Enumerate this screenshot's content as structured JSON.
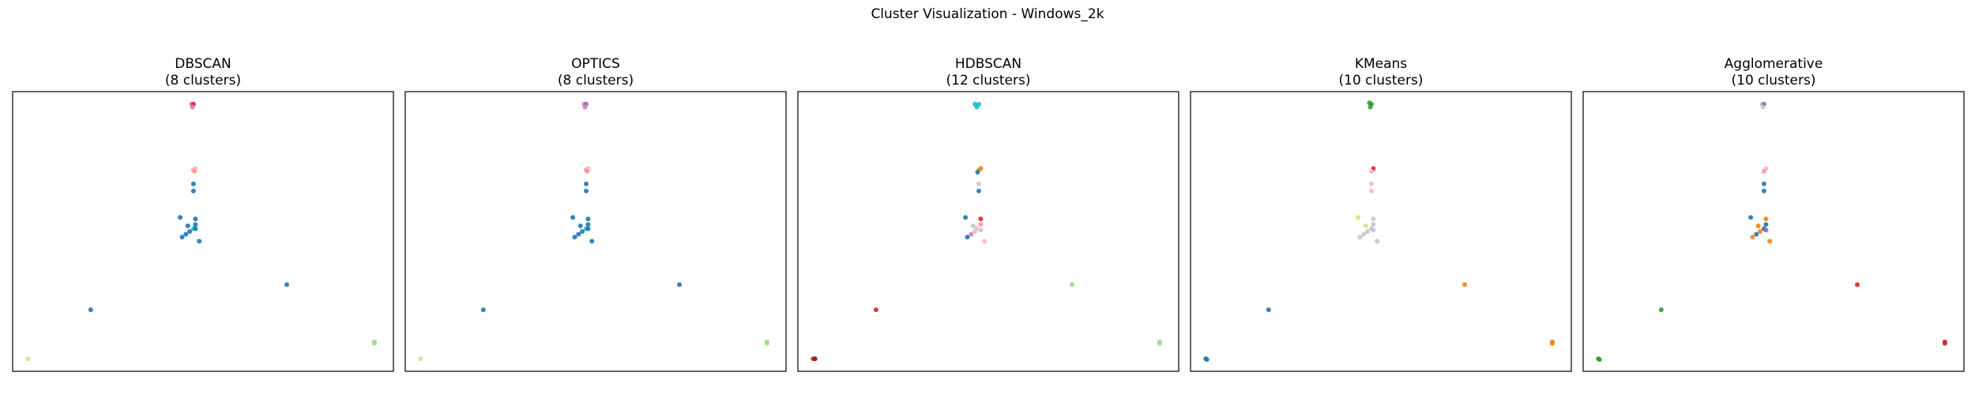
{
  "figure": {
    "suptitle": "Cluster Visualization - Windows_2k"
  },
  "colors": {
    "blue": "#1f77b4",
    "orange": "#ff7f0e",
    "green": "#2ca02c",
    "red": "#d62728",
    "pink": "#f7b6d2",
    "salmon": "#ff9896",
    "magenta": "#e377c2",
    "lightgreen": "#98df8a",
    "olive": "#dbdb8d",
    "cyan": "#17becf",
    "gray": "#c7c7c7",
    "gold": "#bcbd22",
    "yellow": "#e5e16b",
    "darkred": "#8c1a1a",
    "purple": "#9467bd"
  },
  "chart_data": [
    {
      "type": "scatter",
      "title": "DBSCAN",
      "subtitle": "(8 clusters)",
      "xlim": [
        0,
        1
      ],
      "ylim": [
        0,
        1
      ],
      "grid": false,
      "points": [
        {
          "x": 0.47,
          "y": 0.955,
          "c": "magenta"
        },
        {
          "x": 0.475,
          "y": 0.955,
          "c": "red"
        },
        {
          "x": 0.472,
          "y": 0.945,
          "c": "magenta"
        },
        {
          "x": 0.475,
          "y": 0.72,
          "c": "salmon"
        },
        {
          "x": 0.48,
          "y": 0.725,
          "c": "pink"
        },
        {
          "x": 0.478,
          "y": 0.715,
          "c": "salmon"
        },
        {
          "x": 0.475,
          "y": 0.67,
          "c": "blue"
        },
        {
          "x": 0.475,
          "y": 0.645,
          "c": "blue"
        },
        {
          "x": 0.44,
          "y": 0.55,
          "c": "blue"
        },
        {
          "x": 0.48,
          "y": 0.545,
          "c": "blue"
        },
        {
          "x": 0.48,
          "y": 0.525,
          "c": "blue"
        },
        {
          "x": 0.46,
          "y": 0.52,
          "c": "blue"
        },
        {
          "x": 0.475,
          "y": 0.51,
          "c": "cyan"
        },
        {
          "x": 0.48,
          "y": 0.51,
          "c": "blue"
        },
        {
          "x": 0.465,
          "y": 0.5,
          "c": "blue"
        },
        {
          "x": 0.455,
          "y": 0.49,
          "c": "blue"
        },
        {
          "x": 0.445,
          "y": 0.48,
          "c": "blue"
        },
        {
          "x": 0.49,
          "y": 0.465,
          "c": "blue"
        },
        {
          "x": 0.72,
          "y": 0.31,
          "c": "blue"
        },
        {
          "x": 0.205,
          "y": 0.22,
          "c": "blue"
        },
        {
          "x": 0.95,
          "y": 0.105,
          "c": "lightgreen"
        },
        {
          "x": 0.95,
          "y": 0.1,
          "c": "lightgreen"
        },
        {
          "x": 0.04,
          "y": 0.045,
          "c": "olive"
        }
      ]
    },
    {
      "type": "scatter",
      "title": "OPTICS",
      "subtitle": "(8 clusters)",
      "xlim": [
        0,
        1
      ],
      "ylim": [
        0,
        1
      ],
      "grid": false,
      "points": [
        {
          "x": 0.47,
          "y": 0.955,
          "c": "magenta"
        },
        {
          "x": 0.475,
          "y": 0.955,
          "c": "purple"
        },
        {
          "x": 0.472,
          "y": 0.945,
          "c": "magenta"
        },
        {
          "x": 0.475,
          "y": 0.72,
          "c": "salmon"
        },
        {
          "x": 0.48,
          "y": 0.725,
          "c": "pink"
        },
        {
          "x": 0.478,
          "y": 0.715,
          "c": "salmon"
        },
        {
          "x": 0.475,
          "y": 0.67,
          "c": "blue"
        },
        {
          "x": 0.475,
          "y": 0.645,
          "c": "blue"
        },
        {
          "x": 0.44,
          "y": 0.55,
          "c": "blue"
        },
        {
          "x": 0.48,
          "y": 0.545,
          "c": "blue"
        },
        {
          "x": 0.48,
          "y": 0.525,
          "c": "blue"
        },
        {
          "x": 0.46,
          "y": 0.52,
          "c": "blue"
        },
        {
          "x": 0.475,
          "y": 0.51,
          "c": "cyan"
        },
        {
          "x": 0.48,
          "y": 0.51,
          "c": "blue"
        },
        {
          "x": 0.465,
          "y": 0.5,
          "c": "blue"
        },
        {
          "x": 0.455,
          "y": 0.49,
          "c": "blue"
        },
        {
          "x": 0.445,
          "y": 0.48,
          "c": "blue"
        },
        {
          "x": 0.49,
          "y": 0.465,
          "c": "blue"
        },
        {
          "x": 0.72,
          "y": 0.31,
          "c": "blue"
        },
        {
          "x": 0.205,
          "y": 0.22,
          "c": "blue"
        },
        {
          "x": 0.95,
          "y": 0.105,
          "c": "lightgreen"
        },
        {
          "x": 0.95,
          "y": 0.1,
          "c": "lightgreen"
        },
        {
          "x": 0.04,
          "y": 0.045,
          "c": "olive"
        }
      ]
    },
    {
      "type": "scatter",
      "title": "HDBSCAN",
      "subtitle": "(12 clusters)",
      "xlim": [
        0,
        1
      ],
      "ylim": [
        0,
        1
      ],
      "grid": false,
      "points": [
        {
          "x": 0.465,
          "y": 0.955,
          "c": "cyan"
        },
        {
          "x": 0.475,
          "y": 0.955,
          "c": "cyan"
        },
        {
          "x": 0.47,
          "y": 0.945,
          "c": "cyan"
        },
        {
          "x": 0.475,
          "y": 0.72,
          "c": "gold"
        },
        {
          "x": 0.48,
          "y": 0.725,
          "c": "orange"
        },
        {
          "x": 0.472,
          "y": 0.712,
          "c": "blue"
        },
        {
          "x": 0.475,
          "y": 0.67,
          "c": "gray"
        },
        {
          "x": 0.475,
          "y": 0.645,
          "c": "blue"
        },
        {
          "x": 0.44,
          "y": 0.55,
          "c": "blue"
        },
        {
          "x": 0.48,
          "y": 0.545,
          "c": "red"
        },
        {
          "x": 0.48,
          "y": 0.525,
          "c": "salmon"
        },
        {
          "x": 0.46,
          "y": 0.52,
          "c": "gray"
        },
        {
          "x": 0.47,
          "y": 0.512,
          "c": "pink"
        },
        {
          "x": 0.48,
          "y": 0.505,
          "c": "gray"
        },
        {
          "x": 0.465,
          "y": 0.5,
          "c": "gray"
        },
        {
          "x": 0.455,
          "y": 0.49,
          "c": "magenta"
        },
        {
          "x": 0.445,
          "y": 0.48,
          "c": "blue"
        },
        {
          "x": 0.49,
          "y": 0.465,
          "c": "pink"
        },
        {
          "x": 0.72,
          "y": 0.31,
          "c": "lightgreen"
        },
        {
          "x": 0.205,
          "y": 0.22,
          "c": "red"
        },
        {
          "x": 0.95,
          "y": 0.105,
          "c": "lightgreen"
        },
        {
          "x": 0.95,
          "y": 0.1,
          "c": "lightgreen"
        },
        {
          "x": 0.04,
          "y": 0.045,
          "c": "red"
        },
        {
          "x": 0.045,
          "y": 0.045,
          "c": "darkred"
        }
      ]
    },
    {
      "type": "scatter",
      "title": "KMeans",
      "subtitle": "(10 clusters)",
      "xlim": [
        0,
        1
      ],
      "ylim": [
        0,
        1
      ],
      "grid": false,
      "points": [
        {
          "x": 0.47,
          "y": 0.96,
          "c": "green"
        },
        {
          "x": 0.475,
          "y": 0.955,
          "c": "green"
        },
        {
          "x": 0.472,
          "y": 0.945,
          "c": "green"
        },
        {
          "x": 0.48,
          "y": 0.725,
          "c": "red"
        },
        {
          "x": 0.475,
          "y": 0.715,
          "c": "pink"
        },
        {
          "x": 0.475,
          "y": 0.67,
          "c": "pink"
        },
        {
          "x": 0.475,
          "y": 0.645,
          "c": "pink"
        },
        {
          "x": 0.44,
          "y": 0.55,
          "c": "yellow"
        },
        {
          "x": 0.48,
          "y": 0.545,
          "c": "gray"
        },
        {
          "x": 0.48,
          "y": 0.525,
          "c": "gray"
        },
        {
          "x": 0.46,
          "y": 0.52,
          "c": "olive"
        },
        {
          "x": 0.475,
          "y": 0.51,
          "c": "gray"
        },
        {
          "x": 0.48,
          "y": 0.505,
          "c": "gray"
        },
        {
          "x": 0.465,
          "y": 0.5,
          "c": "gray"
        },
        {
          "x": 0.455,
          "y": 0.49,
          "c": "gray"
        },
        {
          "x": 0.445,
          "y": 0.48,
          "c": "gray"
        },
        {
          "x": 0.49,
          "y": 0.465,
          "c": "gray"
        },
        {
          "x": 0.72,
          "y": 0.31,
          "c": "orange"
        },
        {
          "x": 0.205,
          "y": 0.22,
          "c": "blue"
        },
        {
          "x": 0.95,
          "y": 0.105,
          "c": "orange"
        },
        {
          "x": 0.95,
          "y": 0.1,
          "c": "orange"
        },
        {
          "x": 0.04,
          "y": 0.045,
          "c": "blue"
        },
        {
          "x": 0.043,
          "y": 0.042,
          "c": "blue"
        }
      ]
    },
    {
      "type": "scatter",
      "title": "Agglomerative",
      "subtitle": "(10 clusters)",
      "xlim": [
        0,
        1
      ],
      "ylim": [
        0,
        1
      ],
      "grid": false,
      "points": [
        {
          "x": 0.47,
          "y": 0.955,
          "c": "gray"
        },
        {
          "x": 0.475,
          "y": 0.955,
          "c": "purple"
        },
        {
          "x": 0.472,
          "y": 0.945,
          "c": "gray"
        },
        {
          "x": 0.48,
          "y": 0.725,
          "c": "pink"
        },
        {
          "x": 0.475,
          "y": 0.715,
          "c": "salmon"
        },
        {
          "x": 0.475,
          "y": 0.67,
          "c": "blue"
        },
        {
          "x": 0.475,
          "y": 0.645,
          "c": "blue"
        },
        {
          "x": 0.44,
          "y": 0.55,
          "c": "blue"
        },
        {
          "x": 0.48,
          "y": 0.545,
          "c": "orange"
        },
        {
          "x": 0.48,
          "y": 0.525,
          "c": "blue"
        },
        {
          "x": 0.46,
          "y": 0.52,
          "c": "orange"
        },
        {
          "x": 0.475,
          "y": 0.51,
          "c": "blue"
        },
        {
          "x": 0.48,
          "y": 0.505,
          "c": "purple"
        },
        {
          "x": 0.465,
          "y": 0.5,
          "c": "orange"
        },
        {
          "x": 0.455,
          "y": 0.49,
          "c": "blue"
        },
        {
          "x": 0.445,
          "y": 0.48,
          "c": "orange"
        },
        {
          "x": 0.49,
          "y": 0.465,
          "c": "orange"
        },
        {
          "x": 0.72,
          "y": 0.31,
          "c": "red"
        },
        {
          "x": 0.205,
          "y": 0.22,
          "c": "green"
        },
        {
          "x": 0.95,
          "y": 0.105,
          "c": "red"
        },
        {
          "x": 0.95,
          "y": 0.1,
          "c": "red"
        },
        {
          "x": 0.04,
          "y": 0.045,
          "c": "green"
        },
        {
          "x": 0.043,
          "y": 0.042,
          "c": "green"
        }
      ]
    }
  ]
}
